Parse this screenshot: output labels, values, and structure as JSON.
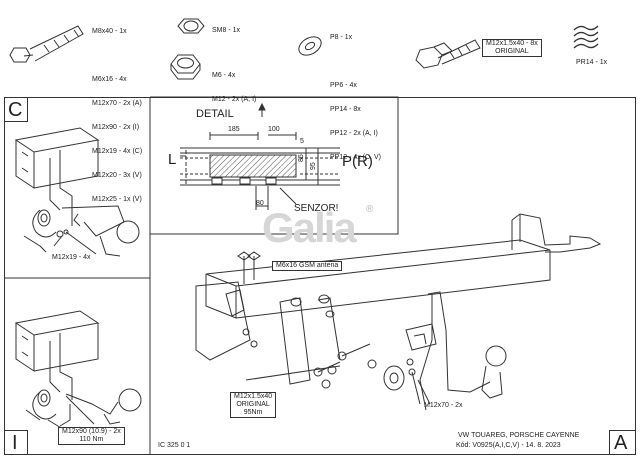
{
  "parts": {
    "bolt_m8": {
      "lines": [
        "M8x40 - 1x",
        "",
        "M6x16 - 4x",
        "M12x70 - 2x (A)",
        "M12x90 - 2x (I)",
        "M12x19 - 4x (C)",
        "M12x20 - 3x (V)",
        "M12x25 - 1x (V)"
      ]
    },
    "nut_sm8": {
      "label": "SM8 - 1x"
    },
    "nut_m6": {
      "lines": [
        "M6 - 4x",
        "M12 - 2x (A, I)"
      ]
    },
    "washer": {
      "lines": [
        "P8 - 1x",
        "",
        "PP6 - 4x",
        "PP14 - 8x",
        "PP12 - 2x (A, I)",
        "PP12 - 4x (C, V)"
      ]
    },
    "bolt_m12": {
      "lines": [
        "M12x1.5x40 - 8x",
        "ORIGINAL"
      ]
    },
    "spring": {
      "label": "PR14 - 1x"
    }
  },
  "panel_c": {
    "letter": "C",
    "callout": "M12x19 - 4x"
  },
  "panel_i": {
    "letter": "I",
    "callout": "M12x90 (10.9) - 2x",
    "torque": "110 Nm"
  },
  "detail": {
    "title": "DETAIL",
    "dim_185": "185",
    "dim_100": "100",
    "dim_5": "5",
    "dim_85": "85",
    "dim_95": "95",
    "dim_80": "80",
    "left_label": "L",
    "right_label": "P(R)",
    "sensor": "SENZOR!"
  },
  "logo": {
    "text": "Galia",
    "reg": "®"
  },
  "main": {
    "antenna": "M6x16 GSM antena",
    "bolt_callout": [
      "M12x1.5x40",
      "ORIGINAL",
      "95Nm"
    ],
    "right_callout": "M12x70 - 2x"
  },
  "footer": {
    "code": "IC 325 0 1",
    "model": "VW TOUAREG, PORSCHE CAYENNE",
    "kod": "Kód: V0925(A,I,C,V) - 14. 8. 2023",
    "letter": "A"
  },
  "colors": {
    "line": "#333333",
    "hatch": "#555555",
    "logo": "#d6d6d6"
  }
}
